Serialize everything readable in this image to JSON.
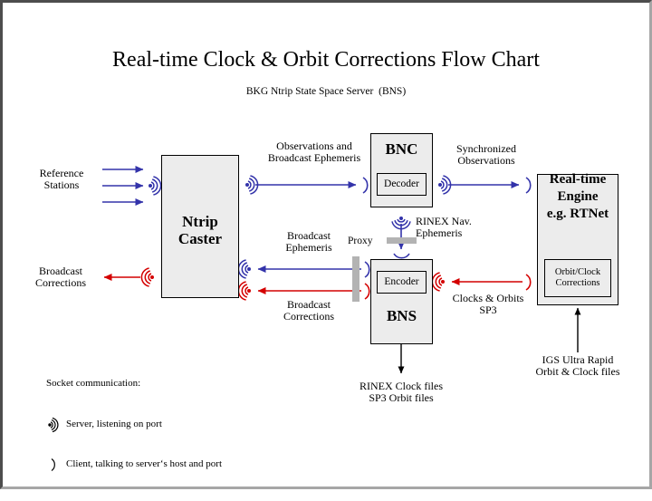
{
  "header": {
    "title": "Real-time Clock & Orbit Corrections Flow Chart",
    "subtitle": "BKG Ntrip State Space Server  (BNS)"
  },
  "colors": {
    "blue": "#3333aa",
    "red": "#d40000",
    "box_fill": "#ececec",
    "box_border": "#000000",
    "proxy_gray": "#b3b3b3",
    "frame_dark": "#4d4d4d",
    "frame_light": "#a6a6a6"
  },
  "boxes": {
    "caster": {
      "label": "Ntrip\nCaster"
    },
    "bnc": {
      "label": "BNC",
      "inner": "Decoder"
    },
    "bns": {
      "label": "BNS",
      "inner": "Encoder"
    },
    "rte": {
      "label": "Real-time\nEngine\ne.g. RTNet",
      "inner": "Orbit/Clock\nCorrections"
    }
  },
  "labels": {
    "reference_stations": "Reference\nStations",
    "broadcast_corrections_left": "Broadcast\nCorrections",
    "observations_and_broadcast_ephemeris": "Observations and\nBroadcast Ephemeris",
    "broadcast_ephemeris": "Broadcast\nEphemeris",
    "broadcast_corrections_mid": "Broadcast\nCorrections",
    "proxy": "Proxy",
    "rinex_nav_ephemeris": "RINEX Nav.\nEphemeris",
    "synchronized_observations": "Synchronized\nObservations",
    "clocks_and_orbits_sp3": "Clocks & Orbits\nSP3",
    "rinex_clock_sp3_files": "RINEX Clock files\nSP3 Orbit files",
    "igs_ultra_rapid": "IGS Ultra Rapid\nOrbit & Clock files"
  },
  "legend": {
    "heading": "Socket communication:",
    "server": "Server, listening on port",
    "client": "Client, talking to server‘s host and port"
  }
}
